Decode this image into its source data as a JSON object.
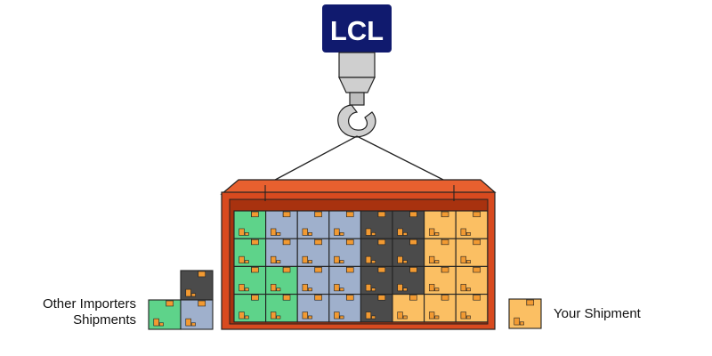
{
  "title_badge": {
    "label": "LCL",
    "color": "#101a6e"
  },
  "legend": {
    "others_label_line1": "Other Importers",
    "others_label_line2": "Shipments",
    "yours_label": "Your Shipment"
  },
  "colors": {
    "container": "#d84a1f",
    "container_dark": "#a8320f",
    "container_light": "#e8602f",
    "green": "#5ed38a",
    "blue": "#9fb0cc",
    "dark": "#4b4b4b",
    "orange": "#fbbf63",
    "tape": "#f29a32",
    "outline": "#222222",
    "hook": "#cfcfcf"
  },
  "container_grid": [
    [
      "green",
      "blue",
      "blue",
      "blue",
      "dark",
      "dark",
      "orange",
      "orange"
    ],
    [
      "green",
      "blue",
      "blue",
      "blue",
      "dark",
      "dark",
      "orange",
      "orange"
    ],
    [
      "green",
      "green",
      "blue",
      "blue",
      "dark",
      "dark",
      "orange",
      "orange"
    ],
    [
      "green",
      "green",
      "blue",
      "blue",
      "dark",
      "orange",
      "orange",
      "orange"
    ]
  ],
  "other_importers_stack": [
    [
      "",
      "dark"
    ],
    [
      "green",
      "blue"
    ]
  ],
  "your_shipment_box": "orange"
}
